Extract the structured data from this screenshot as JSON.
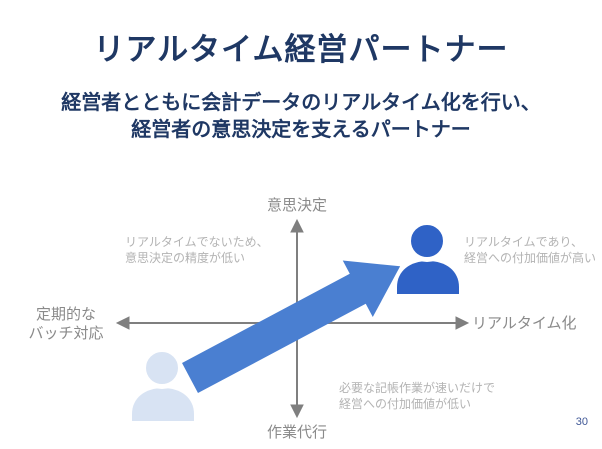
{
  "slide": {
    "title": "リアルタイム経営パートナー",
    "subtitle_line1": "経営者とともに会計データのリアルタイム化を行い、",
    "subtitle_line2": "経営者の意思決定を支えるパートナー",
    "page_number": "30"
  },
  "diagram": {
    "type": "quadrant-matrix",
    "axes": {
      "top": "意思決定",
      "bottom": "作業代行",
      "left_line1": "定期的な",
      "left_line2": "バッチ対応",
      "right": "リアルタイム化"
    },
    "quadrants": {
      "top_left": [
        "リアルタイムでないため、",
        "意思決定の精度が低い"
      ],
      "top_right": [
        "リアルタイムであり、",
        "経営への付加価値が高い"
      ],
      "bottom_right": [
        "必要な記帳作業が速いだけで",
        "経営への付加価値が低い"
      ]
    },
    "markers": {
      "current_state": "person-icon-light-blue-bottom-left",
      "future_state": "person-icon-dark-blue-top-right",
      "transition": "large-blue-arrow-bottom-left-to-top-right"
    }
  },
  "colors": {
    "title_navy": "#1f3864",
    "axis_gray": "#7f7f7f",
    "axis_label_gray": "#8a8a8a",
    "annotation_gray": "#b3b3b3",
    "big_arrow_blue": "#4a7fd1",
    "person_dark_blue": "#2f62c6",
    "person_light_blue": "#d8e3f3",
    "page_number_blue": "#3f5796"
  }
}
